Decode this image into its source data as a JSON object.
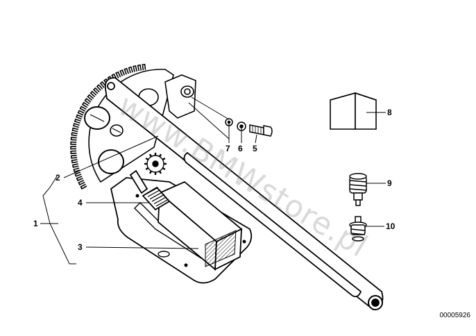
{
  "callouts": {
    "c1": "1",
    "c2": "2",
    "c3": "3",
    "c4": "4",
    "c5": "5",
    "c6": "6",
    "c7": "7",
    "c8": "8",
    "c9": "9",
    "c10": "10"
  },
  "watermark": "www.BMWstore.pl",
  "document_number": "00005926",
  "colors": {
    "line": "#000000",
    "background": "#ffffff",
    "watermark": "#9a9a9a"
  }
}
